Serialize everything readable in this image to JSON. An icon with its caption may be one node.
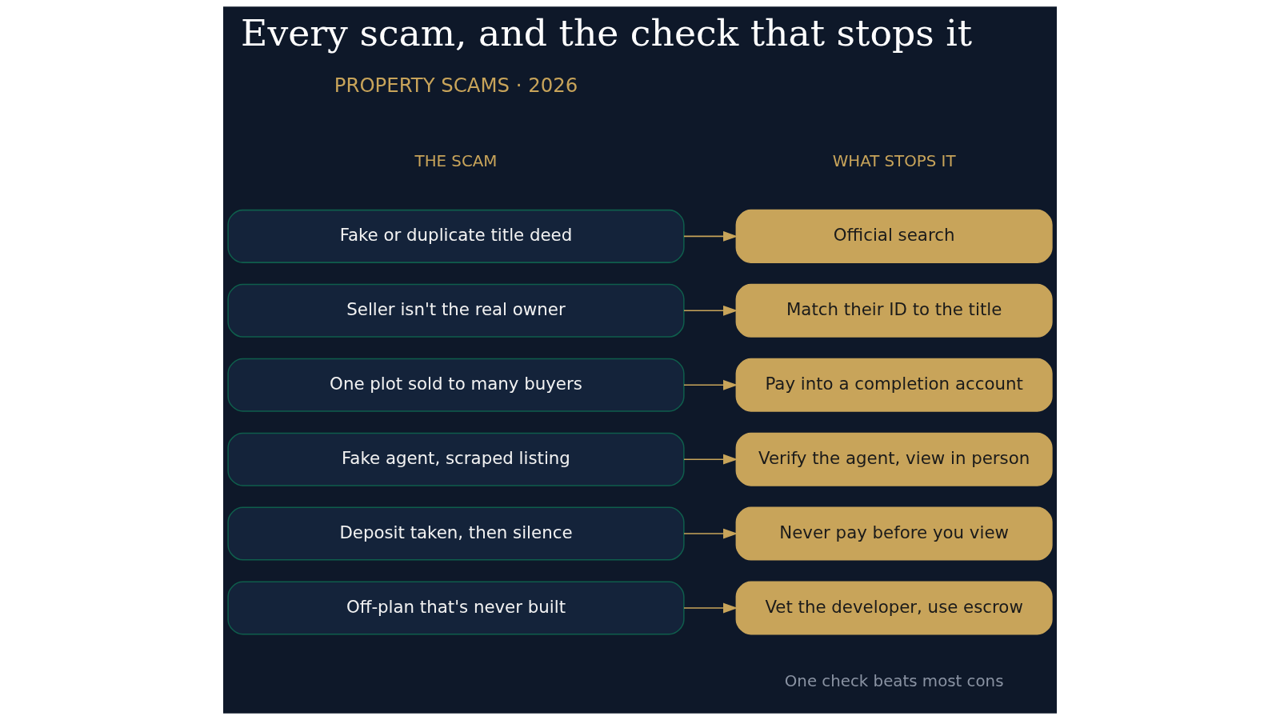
{
  "diagram": {
    "title": "Every scam, and the check that stops it",
    "nodes": [
      {
        "text": [
          "Fake or duplicate title deed"
        ]
      },
      {
        "text": [
          "Official search"
        ]
      },
      {
        "text": [
          "Seller isn't the real owner"
        ]
      },
      {
        "text": [
          "Match their ID to the title"
        ]
      },
      {
        "text": [
          "One plot sold to many buyers"
        ]
      },
      {
        "text": [
          "Pay into a completion account"
        ]
      },
      {
        "text": [
          "Fake agent, scraped listing"
        ]
      },
      {
        "text": [
          "Verify the agent, view in person"
        ]
      },
      {
        "text": [
          "Deposit taken, then silence"
        ]
      },
      {
        "text": [
          "Never pay before you view"
        ]
      },
      {
        "text": [
          "Off-plan that's never built"
        ]
      },
      {
        "text": [
          "Vet the developer, use escrow"
        ]
      }
    ],
    "edges": [
      {
        "from": 0,
        "to": 1,
        "arrow": "to"
      },
      {
        "from": 2,
        "to": 3,
        "arrow": "to"
      },
      {
        "from": 4,
        "to": 5,
        "arrow": "to"
      },
      {
        "from": 6,
        "to": 7,
        "arrow": "to"
      },
      {
        "from": 8,
        "to": 9,
        "arrow": "to"
      },
      {
        "from": 10,
        "to": 11,
        "arrow": "to"
      }
    ],
    "labels": [
      "PROPERTY SCAMS · 2026",
      "THE SCAM",
      "WHAT STOPS IT",
      "One check beats most cons"
    ]
  }
}
